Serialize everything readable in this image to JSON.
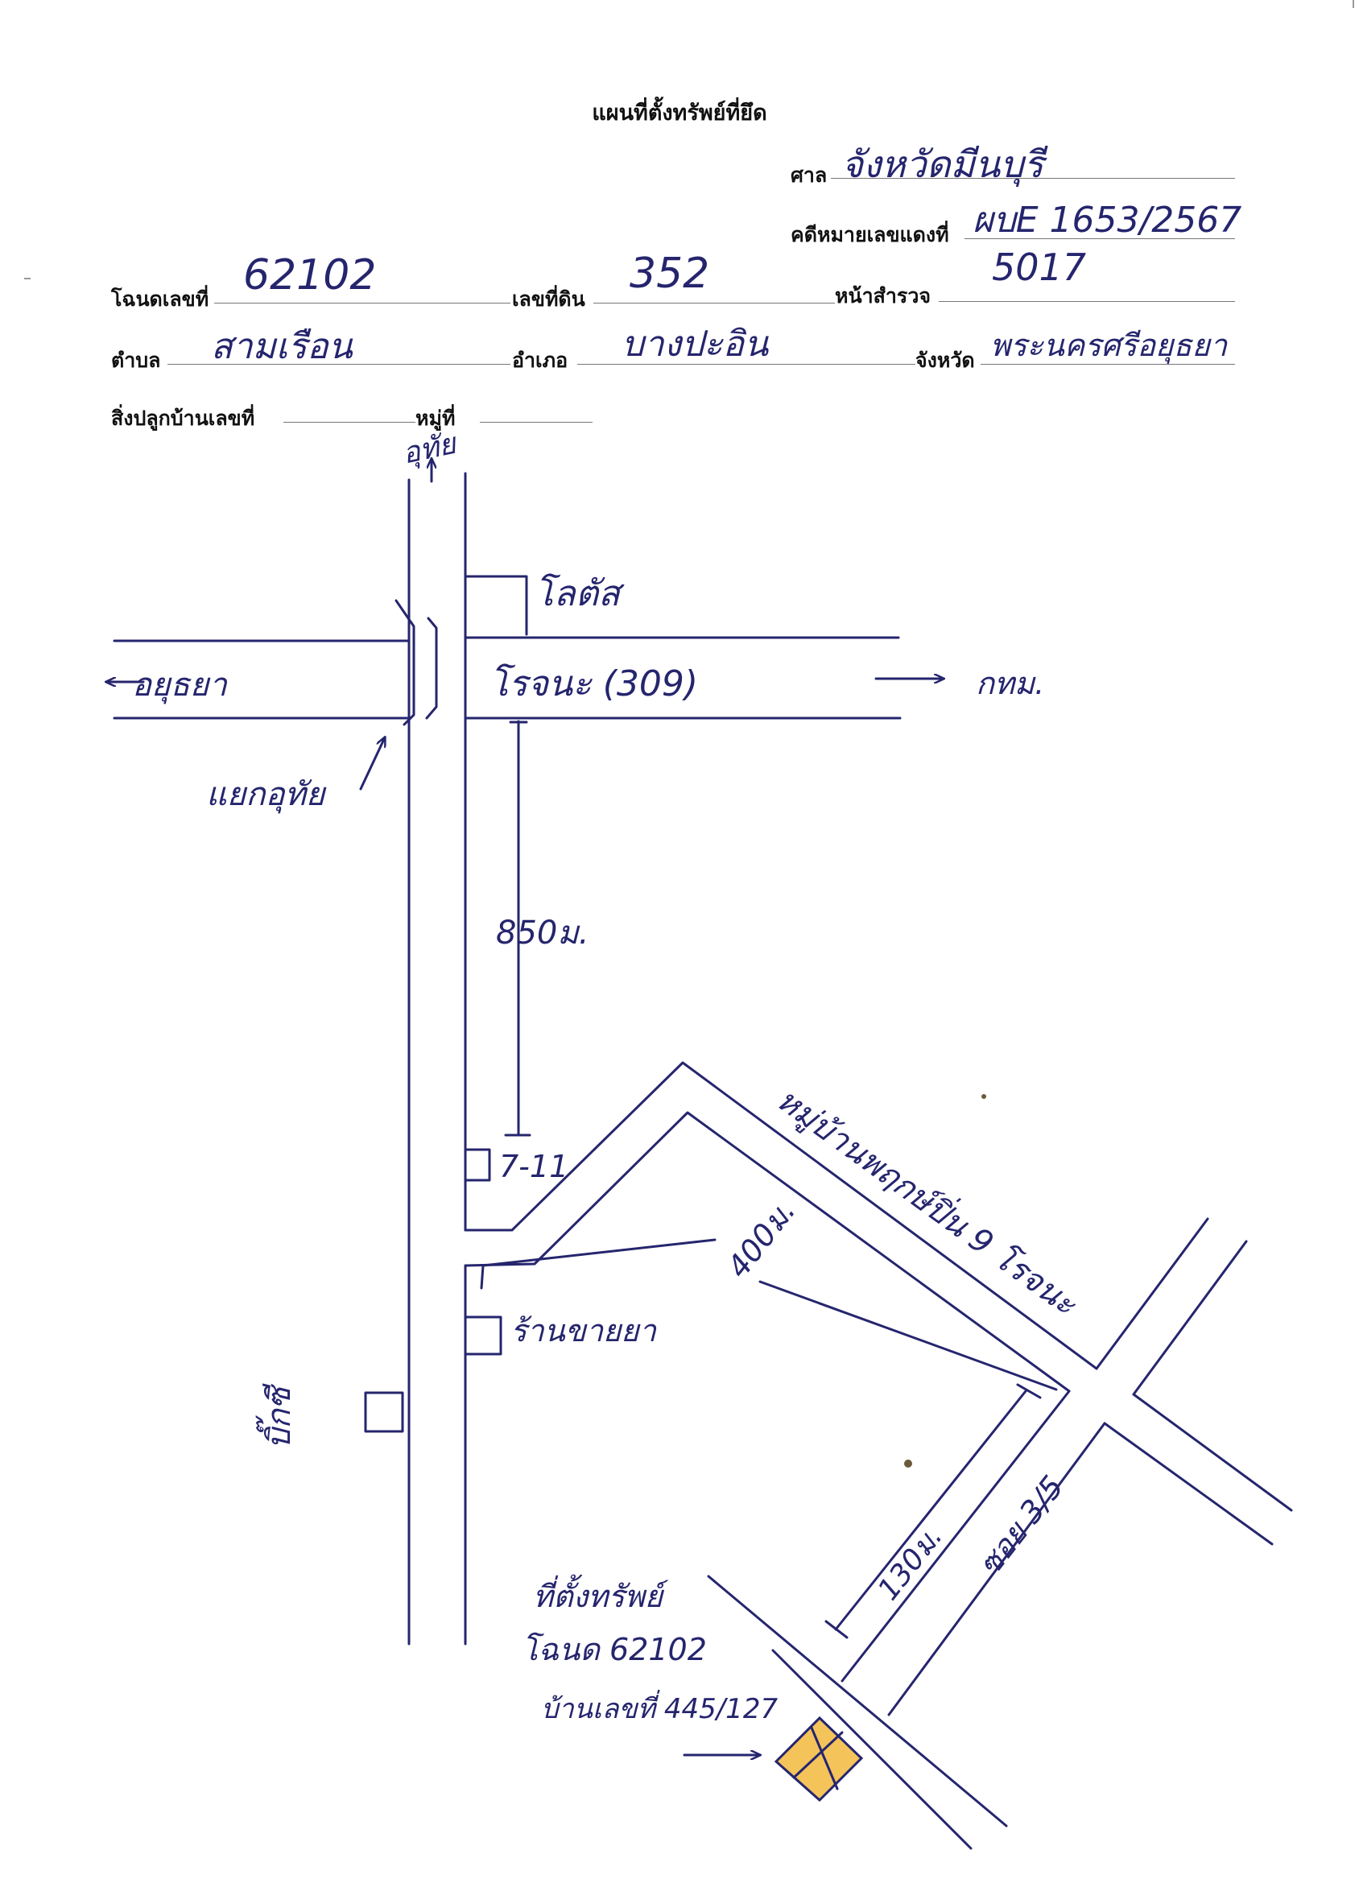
{
  "form": {
    "title": "แผนที่ตั้งทรัพย์ที่ยึด",
    "court_label": "ศาล",
    "court_value": "จังหวัดมีนบุรี",
    "case_label": "คดีหมายเลขแดงที่",
    "case_value": "ผบE 1653/2567",
    "deed_label": "โฉนดเลขที่",
    "deed_value": "62102",
    "land_no_label": "เลขที่ดิน",
    "land_no_value": "352",
    "survey_label": "หน้าสำรวจ",
    "survey_value": "5017",
    "subdistrict_label": "ตำบล",
    "subdistrict_value": "สามเรือน",
    "district_label": "อำเภอ",
    "district_value": "บางปะอิน",
    "province_label": "จังหวัด",
    "province_value": "พระนครศรีอยุธยา",
    "house_label": "สิ่งปลูกบ้านเลขที่",
    "house_value": "",
    "moo_label": "หมู่ที่",
    "moo_value": ""
  },
  "map": {
    "to_north": "อุทัย",
    "lotus": "โลตัส",
    "to_west": "อยุธยา",
    "rojana_road": "โรจนะ (309)",
    "to_east": "กทม.",
    "intersection": "แยกอุทัย",
    "dist_850": "850ม.",
    "seven_eleven": "7-11",
    "village_road": "หมู่บ้านพฤกษ์ปิ่น 9 โรจนะ",
    "dist_400": "400ม.",
    "pharmacy": "ร้านขายยา",
    "big_c": "บิ๊กซี",
    "dist_130": "130ม.",
    "soi": "ซอย 3/5",
    "property_line1": "ที่ตั้งทรัพย์",
    "property_line2": "โฉนด 62102",
    "property_line3": "บ้านเลขที่ 445/127"
  },
  "colors": {
    "ink": "#25256e",
    "property_fill": "#f4c35a"
  }
}
